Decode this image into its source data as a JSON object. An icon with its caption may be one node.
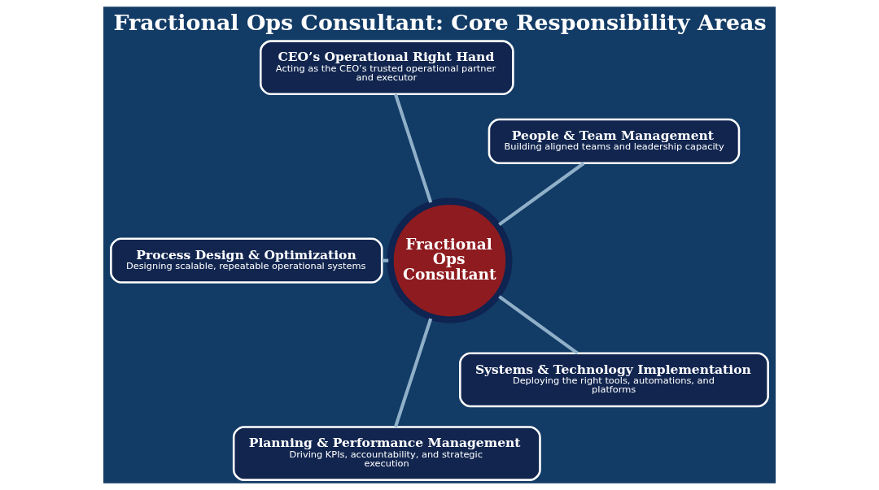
{
  "diagram": {
    "title": "Fractional Ops Consultant: Core Responsibility Areas",
    "nodes": [
      {
        "text": [
          "People & Team Management",
          "Building aligned teams and leadership capacity"
        ]
      },
      {
        "text": [
          "CEO’s Operational Right Hand",
          "Acting as the CEO’s trusted operational partner and executor"
        ]
      },
      {
        "text": [
          "Fractional Ops Consultant"
        ]
      },
      {
        "text": [
          "Process Design & Optimization",
          "Designing scalable, repeatable operational systems"
        ]
      },
      {
        "text": [
          "Planning & Performance Management",
          "Driving KPIs, accountability, and strategic execution"
        ]
      },
      {
        "text": [
          "Systems & Technology Implementation",
          "Deploying the right tools, automations, and platforms"
        ]
      }
    ],
    "edges": [
      {
        "from": 2,
        "to": 0,
        "arrow": "none"
      },
      {
        "from": 2,
        "to": 1,
        "arrow": "none"
      },
      {
        "from": 2,
        "to": 3,
        "arrow": "none"
      },
      {
        "from": 2,
        "to": 4,
        "arrow": "none"
      },
      {
        "from": 2,
        "to": 5,
        "arrow": "none"
      }
    ]
  }
}
